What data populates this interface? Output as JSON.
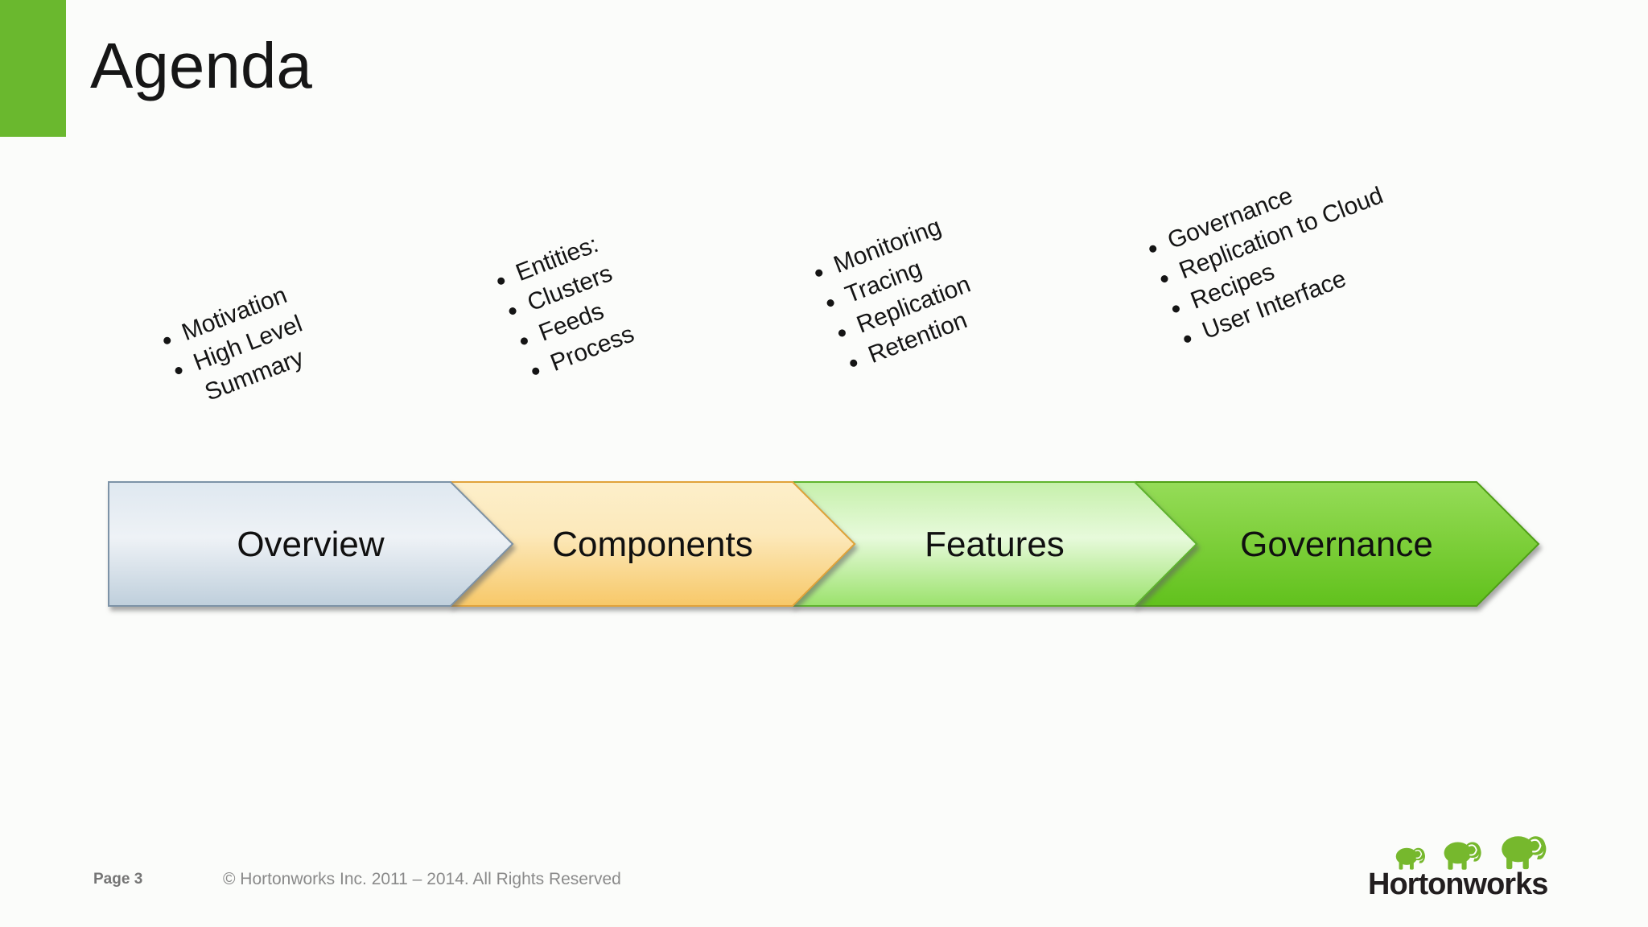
{
  "slide": {
    "title": "Agenda",
    "background": "#fbfcfa",
    "accent_bar_color": "#6ab82e"
  },
  "agenda_steps": [
    {
      "label": "Overview",
      "bullets": [
        "Motivation",
        "High Level Summary"
      ],
      "fill_top": "#dfe8f0",
      "fill_mid": "#eef2f6",
      "fill_bottom": "#bfcfdc",
      "border": "#7d93a7"
    },
    {
      "label": "Components",
      "bullets": [
        "Entities:",
        "Clusters",
        "Feeds",
        "Process"
      ],
      "fill_top": "#fdefca",
      "fill_mid": "#fce9bb",
      "fill_bottom": "#f7c868",
      "border": "#e1a33b"
    },
    {
      "label": "Features",
      "bullets": [
        "Monitoring",
        "Tracing",
        "Replication",
        "Retention"
      ],
      "fill_top": "#c6f0ab",
      "fill_mid": "#e7fadb",
      "fill_bottom": "#9be26c",
      "border": "#5fb42e"
    },
    {
      "label": "Governance",
      "bullets": [
        "Governance",
        "Replication to Cloud",
        "Recipes",
        "User Interface"
      ],
      "fill_top": "#95dc58",
      "fill_mid": "#7fd03c",
      "fill_bottom": "#61c11d",
      "border": "#4f9f16"
    }
  ],
  "footer": {
    "page_label": "Page 3",
    "copyright": "© Hortonworks Inc. 2011 – 2014. All Rights Reserved"
  },
  "logo": {
    "text": "Hortonworks",
    "elephant_color": "#76b82d",
    "text_color": "#221e1f"
  }
}
